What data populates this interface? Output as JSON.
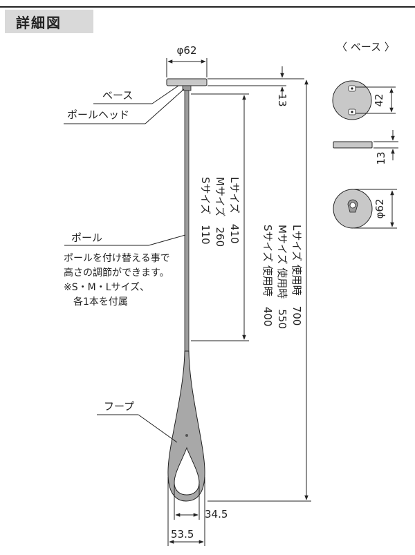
{
  "title": "詳細図",
  "labels": {
    "base": "ベース",
    "pole_head": "ポールヘッド",
    "pole": "ポール",
    "pole_note_1": "ポールを付け替える事で",
    "pole_note_2": "高さの調節ができます。",
    "pole_note_3": "※S・M・Lサイズ、",
    "pole_note_4": "各1本を付属",
    "hoop": "フープ",
    "base_view": "〈 ベース 〉"
  },
  "dims": {
    "base_diameter": "φ62",
    "base_thickness": "13",
    "pole_s": "Sサイズ　110",
    "pole_m": "Mサイズ　260",
    "pole_l": "Lサイズ　410",
    "use_s": "Sサイズ 使用時　400",
    "use_m": "Mサイズ 使用時　550",
    "use_l": "Lサイズ 使用時　700",
    "hoop_inner": "34.5",
    "hoop_outer": "53.5",
    "base_view_42": "42",
    "base_view_13": "13",
    "base_view_62": "φ62"
  },
  "colors": {
    "line": "#222222",
    "part_fill": "#bdbdbd",
    "part_dark": "#8c8c8c",
    "title_bg": "#d9d9d9"
  }
}
